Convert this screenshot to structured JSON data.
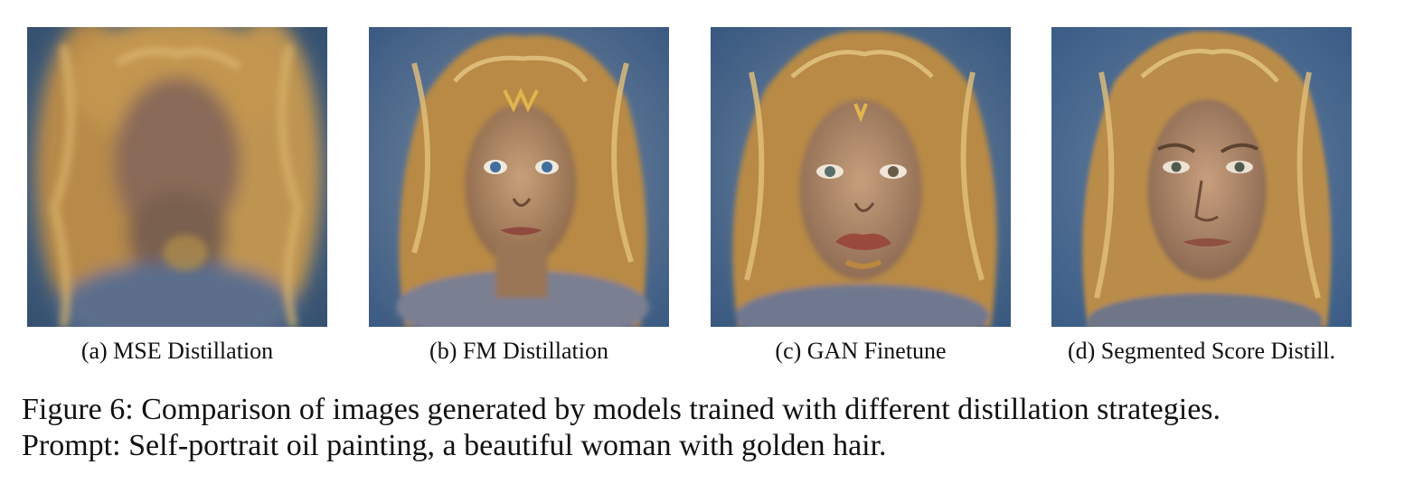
{
  "panels": [
    {
      "caption": "(a) MSE Distillation",
      "image": "blurry-portrait-golden-hair"
    },
    {
      "caption": "(b) FM Distillation",
      "image": "portrait-golden-hair-blue-eyes-ornament"
    },
    {
      "caption": "(c) GAN Finetune",
      "image": "portrait-golden-hair-distorted-lips"
    },
    {
      "caption": "(d) Segmented Score Distill.",
      "image": "portrait-golden-hair-sharp"
    }
  ],
  "figure_caption": {
    "line1": "Figure 6: Comparison of images generated by models trained with different distillation strategies.",
    "line2": "Prompt: Self-portrait oil painting, a beautiful woman with golden hair."
  },
  "colors": {
    "background_blue": "#3f5f86",
    "hair_gold": "#c99a4c",
    "skin": "#b98a64"
  }
}
